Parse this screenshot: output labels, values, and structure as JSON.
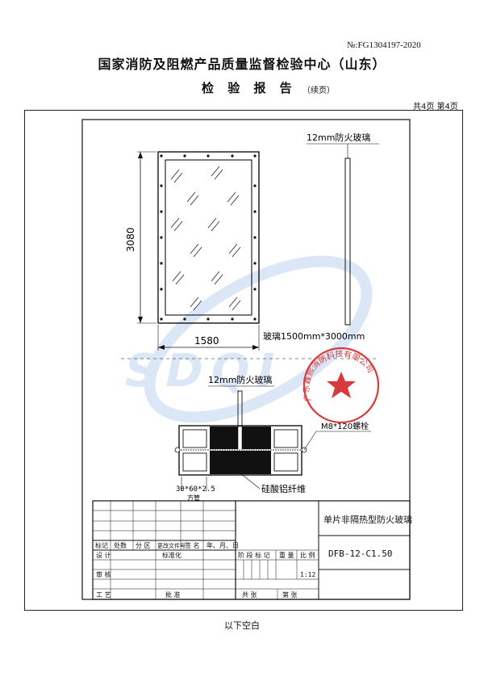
{
  "header": {
    "report_no": "№:FG1304197-2020",
    "org_name": "国家消防及阻燃产品质量监督检验中心（山东）",
    "report_title": "检 验 报 告",
    "report_sub": "（续页）",
    "page_count": "共4页 第4页"
  },
  "drawing": {
    "front_view": {
      "height_dim": "3080",
      "width_dim": "1580",
      "glass_size": "玻璃1500mm*3000mm"
    },
    "side_view": {
      "label": "12mm防火玻璃"
    },
    "section_view": {
      "glass_label": "12mm防火玻璃",
      "bolt_label": "M8*120螺栓",
      "tube_label": "30*60*2.5",
      "tube_sub": "方管",
      "fiber_label": "硅酸铝纤维"
    }
  },
  "title_block": {
    "product_name": "单片非隔热型防火玻璃",
    "model": "DFB-12-C1.50",
    "rev_headers": [
      "标记",
      "处数",
      "分 区",
      "更改文件号",
      "签 名",
      "年、月、日"
    ],
    "row_design": "设 计",
    "row_standard": "标准化",
    "row_check": "审 核",
    "row_process": "工 艺",
    "row_approve": "批 准",
    "stage_headers": [
      "阶 段 标 记",
      "重 量",
      "比 例"
    ],
    "scale": "1:12",
    "sheet_total": "共    张",
    "sheet_no": "第    张"
  },
  "stamp": {
    "company": "广东鑫熙消防科技有限公司"
  },
  "watermark": {
    "text": "SDQI"
  },
  "footer": {
    "note": "以下空白"
  }
}
